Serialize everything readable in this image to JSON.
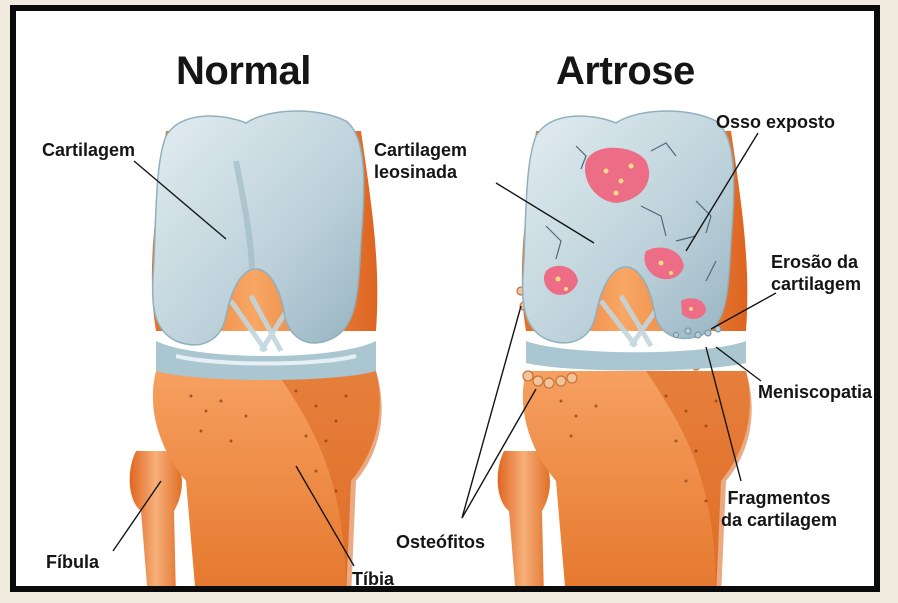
{
  "titles": {
    "normal": "Normal",
    "artrose": "Artrose"
  },
  "labels": {
    "cartilagem": "Cartilagem",
    "fibula": "Fíbula",
    "tibia": "Tíbia",
    "cartilagem_leosinada_1": "Cartilagem",
    "cartilagem_leosinada_2": "leosinada",
    "osso_exposto": "Osso exposto",
    "erosao_1": "Erosão da",
    "erosao_2": "cartilagem",
    "meniscopatia": "Meniscopatia",
    "osteofitos": "Osteófitos",
    "fragmentos_1": "Fragmentos",
    "fragmentos_2": "da cartilagem"
  },
  "colors": {
    "bone": "#f08a3a",
    "bone_dark": "#d4621c",
    "cartilage": "#b9cfd8",
    "cartilage_light": "#dbe7ec",
    "exposed": "#e8607a",
    "frame": "#0b0b0b"
  }
}
